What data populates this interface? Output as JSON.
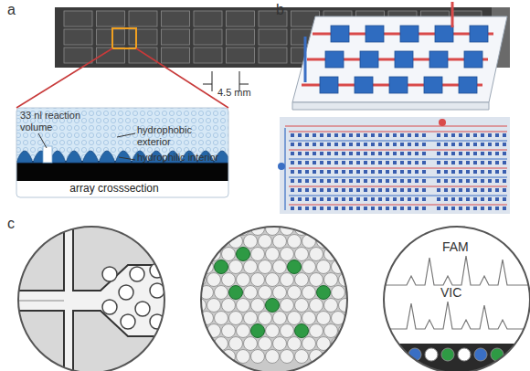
{
  "diagram": {
    "labels": [
      "a",
      "4.5 mm",
      "33 nl reaction volume",
      "hydrophobic exterior",
      "hydrophilic interior",
      "array crosssection",
      "b",
      "c",
      "FAM",
      "VIC"
    ]
  }
}
